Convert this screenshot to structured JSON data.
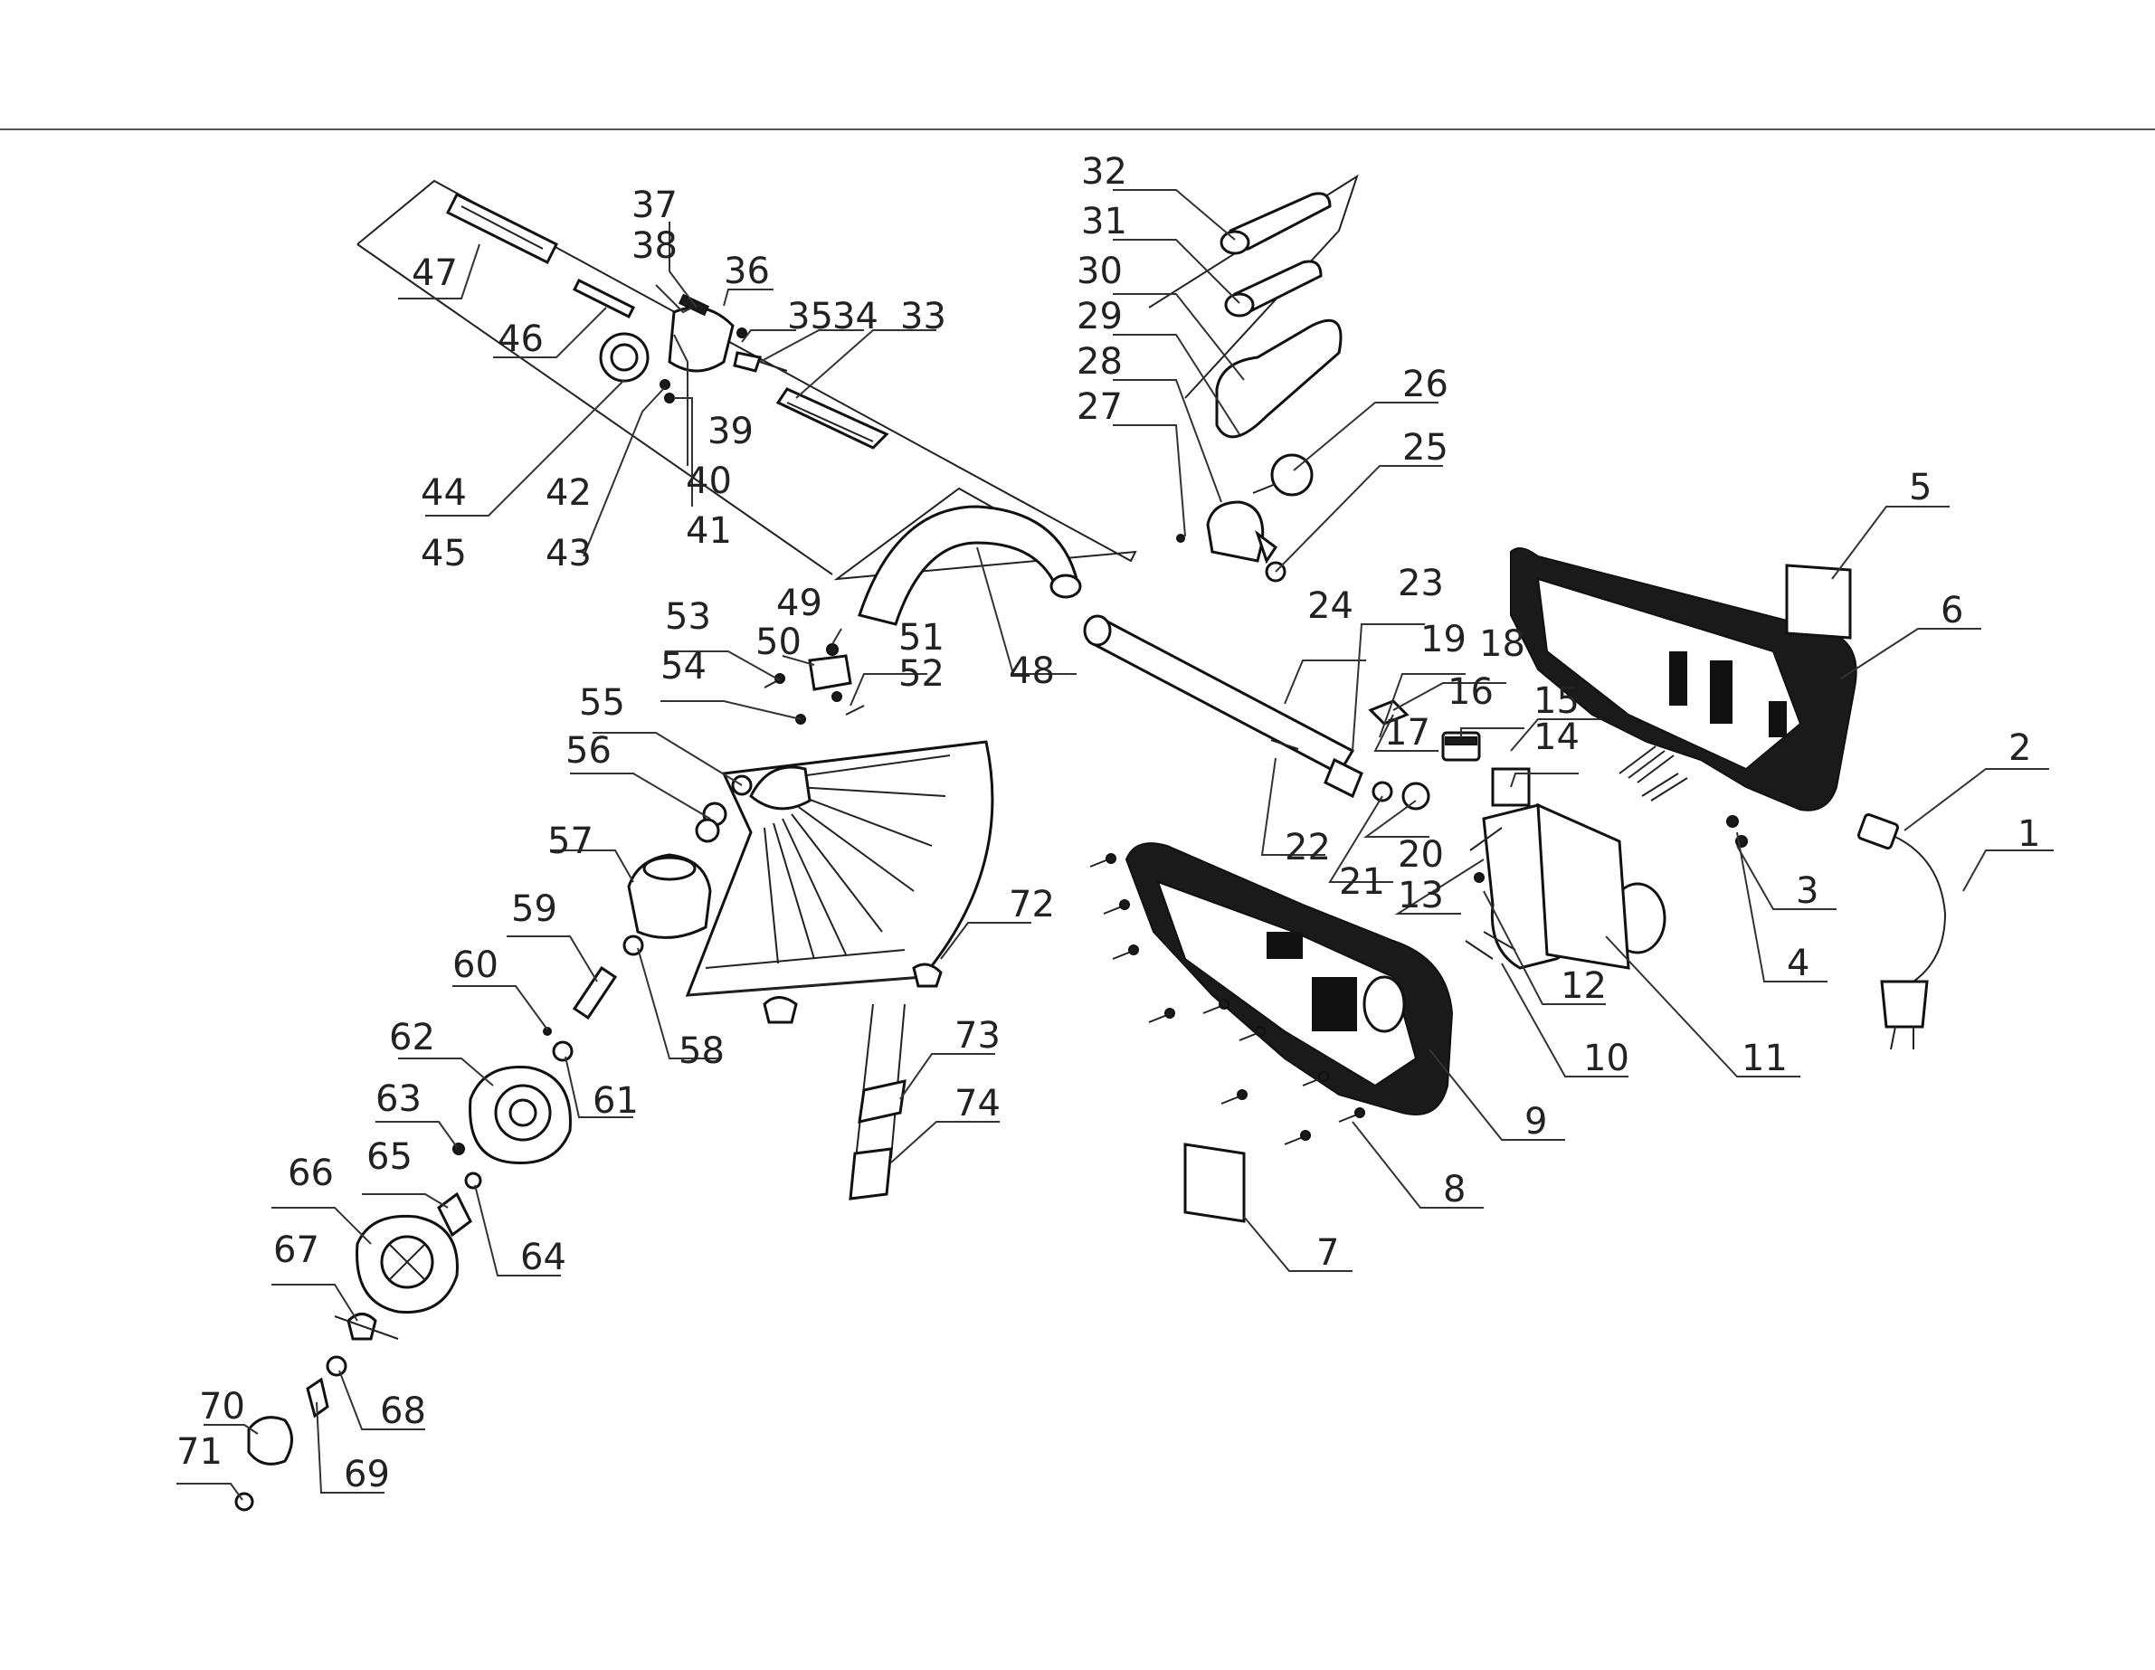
{
  "diagram": {
    "labels": [
      "1",
      "2",
      "3",
      "4",
      "5",
      "6",
      "7",
      "8",
      "9",
      "10",
      "11",
      "12",
      "13",
      "14",
      "15",
      "16",
      "17",
      "18",
      "19",
      "20",
      "21",
      "22",
      "23",
      "24",
      "25",
      "26",
      "27",
      "28",
      "29",
      "30",
      "31",
      "32",
      "33",
      "34",
      "35",
      "36",
      "37",
      "38",
      "39",
      "40",
      "41",
      "42",
      "43",
      "44",
      "45",
      "46",
      "47",
      "48",
      "49",
      "50",
      "51",
      "52",
      "53",
      "54",
      "55",
      "56",
      "57",
      "58",
      "59",
      "60",
      "61",
      "62",
      "63",
      "64",
      "65",
      "66",
      "67",
      "68",
      "69",
      "70",
      "71",
      "72",
      "73",
      "74"
    ]
  }
}
